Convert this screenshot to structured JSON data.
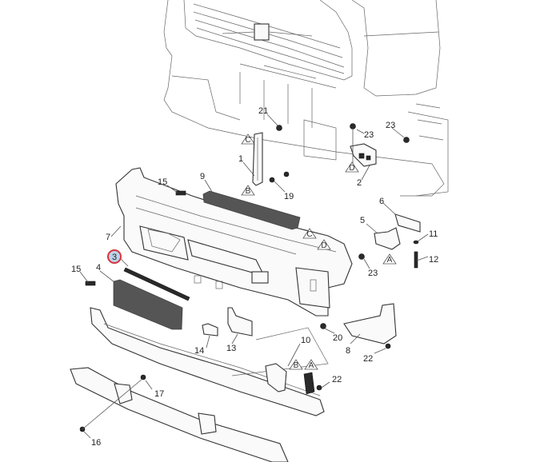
{
  "diagram": {
    "title": "Front bumper exploded parts view",
    "highlight_color": "#d8343f",
    "highlight_fill": "#bcd3ea",
    "highlighted_part": "3",
    "part_labels": [
      {
        "id": "p1",
        "text": "1"
      },
      {
        "id": "p2",
        "text": "2"
      },
      {
        "id": "p3",
        "text": "3"
      },
      {
        "id": "p4",
        "text": "4"
      },
      {
        "id": "p5",
        "text": "5"
      },
      {
        "id": "p6",
        "text": "6"
      },
      {
        "id": "p7",
        "text": "7"
      },
      {
        "id": "p8",
        "text": "8"
      },
      {
        "id": "p9",
        "text": "9"
      },
      {
        "id": "p10",
        "text": "10"
      },
      {
        "id": "p11",
        "text": "11"
      },
      {
        "id": "p12",
        "text": "12"
      },
      {
        "id": "p13",
        "text": "13"
      },
      {
        "id": "p14",
        "text": "14"
      },
      {
        "id": "p15a",
        "text": "15"
      },
      {
        "id": "p15b",
        "text": "15"
      },
      {
        "id": "p16",
        "text": "16"
      },
      {
        "id": "p17",
        "text": "17"
      },
      {
        "id": "p19",
        "text": "19"
      },
      {
        "id": "p20",
        "text": "20"
      },
      {
        "id": "p21",
        "text": "21"
      },
      {
        "id": "p22a",
        "text": "22"
      },
      {
        "id": "p22b",
        "text": "22"
      },
      {
        "id": "p23a",
        "text": "23"
      },
      {
        "id": "p23b",
        "text": "23"
      },
      {
        "id": "p23c",
        "text": "23"
      }
    ],
    "reference_markers": [
      {
        "id": "C1",
        "text": "C"
      },
      {
        "id": "B1",
        "text": "B"
      },
      {
        "id": "D1",
        "text": "D"
      },
      {
        "id": "C2",
        "text": "C"
      },
      {
        "id": "D2",
        "text": "D"
      },
      {
        "id": "A1",
        "text": "A"
      },
      {
        "id": "B2",
        "text": "B"
      },
      {
        "id": "A2",
        "text": "A"
      }
    ]
  }
}
